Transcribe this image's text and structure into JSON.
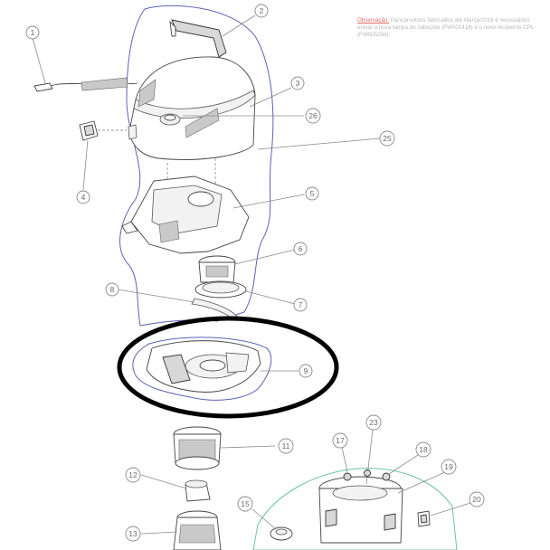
{
  "note": {
    "highlight": "Observação:",
    "text": " Para produtos fabricados até Março/2016 é necessários enviar a nova tampa do cabeçote (FW001418) e o novo recipiente CPL (FW005284)."
  },
  "callouts": {
    "c1": "1",
    "c2": "2",
    "c3": "3",
    "c4": "4",
    "c5": "5",
    "c6": "6",
    "c7": "7",
    "c8": "8",
    "c9": "9",
    "c11": "11",
    "c12": "12",
    "c13": "13",
    "c15": "15",
    "c17": "17",
    "c18": "18",
    "c19": "19",
    "c20": "20",
    "c23": "23",
    "c25": "25",
    "c26": "26"
  },
  "colors": {
    "highlight_ellipse": "#000000",
    "blue_outline": "#5c62b8",
    "teal_outline": "#6cc3a4",
    "note_red": "#e06a6a"
  }
}
